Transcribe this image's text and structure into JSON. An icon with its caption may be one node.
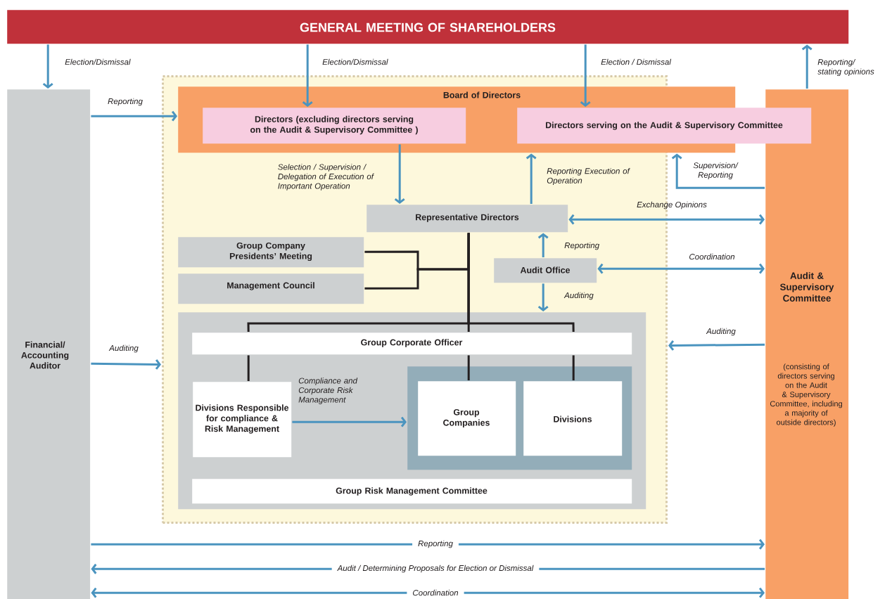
{
  "diagram": {
    "nodes": [
      {
        "text": [
          "GENERAL MEETING OF SHAREHOLDERS"
        ]
      },
      {
        "text": [
          "Financial/ Accounting Auditor"
        ]
      },
      {
        "text": [],
        "shape": "box"
      },
      {
        "text": [
          "Board of Directors"
        ]
      },
      {
        "text": [
          "Directors (excluding directors serving on the Audit & Supervisory Committee )"
        ],
        "in": 3
      },
      {
        "text": [
          "Directors serving on the Audit & Supervisory Committee"
        ]
      },
      {
        "text": [
          "Representative Directors"
        ],
        "in": 2
      },
      {
        "text": [
          "Group Company Presidents’ Meeting"
        ],
        "in": 2
      },
      {
        "text": [
          "Management Council"
        ],
        "in": 2
      },
      {
        "text": [
          "Audit Office"
        ],
        "in": 2
      },
      {
        "text": [],
        "shape": "box",
        "in": 2
      },
      {
        "text": [
          "Group Corporate Officer"
        ],
        "in": 10
      },
      {
        "text": [
          "Divisions Responsible for compliance & Risk Management"
        ],
        "in": 10
      },
      {
        "text": [],
        "shape": "box",
        "in": 10
      },
      {
        "text": [
          "Group Companies"
        ],
        "in": 13
      },
      {
        "text": [
          "Divisions"
        ],
        "in": 13
      },
      {
        "text": [
          "Group Risk Management Committee"
        ],
        "in": 10
      },
      {
        "text": [
          "Audit & Supervisory Committee",
          "(consisting of directors serving on the Audit & Supervisory Committee, including a majority of outside directors)"
        ]
      }
    ],
    "edges": [
      {
        "from": 0,
        "to": 1,
        "arrow": "to",
        "label": "Election/Dismissal"
      },
      {
        "from": 0,
        "to": 4,
        "arrow": "to",
        "label": "Election/Dismissal"
      },
      {
        "from": 0,
        "to": 5,
        "arrow": "to",
        "label": "Election / Dismissal"
      },
      {
        "from": 17,
        "to": 0,
        "arrow": "to",
        "label": "Reporting/ stating opinions"
      },
      {
        "from": 1,
        "to": 3,
        "arrow": "to",
        "label": "Reporting"
      },
      {
        "from": 4,
        "to": 6,
        "arrow": "to",
        "label": "Selection / Supervision / Delegation of Execution of Important Operation"
      },
      {
        "from": 6,
        "to": 3,
        "arrow": "to",
        "label": "Reporting Execution of Operation"
      },
      {
        "from": 17,
        "to": 3,
        "arrow": "to",
        "label": "Supervision/ Reporting"
      },
      {
        "from": 6,
        "to": 17,
        "arrow": "both",
        "label": "Exchange Opinions"
      },
      {
        "from": 9,
        "to": 17,
        "arrow": "both",
        "label": "Coordination"
      },
      {
        "from": 9,
        "to": 6,
        "arrow": "to",
        "label": "Reporting"
      },
      {
        "from": 9,
        "to": 10,
        "arrow": "to",
        "label": "Auditing"
      },
      {
        "from": 17,
        "to": 2,
        "arrow": "to",
        "label": "Auditing"
      },
      {
        "from": 1,
        "to": 2,
        "arrow": "to",
        "label": "Auditing"
      },
      {
        "from": 12,
        "to": 13,
        "arrow": "to",
        "label": "Compliance and Corporate Risk Management"
      },
      {
        "from": 1,
        "to": 17,
        "arrow": "to",
        "label": "Reporting"
      },
      {
        "from": 17,
        "to": 1,
        "arrow": "to",
        "label": "Audit / Determining Proposals for Election or Dismissal"
      },
      {
        "from": 1,
        "to": 17,
        "arrow": "both",
        "label": "Coordination"
      },
      {
        "from": 7,
        "to": 6,
        "arrow": "none",
        "color": "#231f20"
      },
      {
        "from": 8,
        "to": 6,
        "arrow": "none",
        "color": "#231f20"
      },
      {
        "from": 6,
        "to": 11,
        "arrow": "none",
        "color": "#231f20"
      },
      {
        "from": 6,
        "to": 11,
        "arrow": "none",
        "color": "#231f20"
      },
      {
        "from": 6,
        "to": 11,
        "arrow": "none",
        "color": "#231f20"
      },
      {
        "from": 11,
        "to": 12,
        "arrow": "none",
        "color": "#231f20"
      },
      {
        "from": 11,
        "to": 14,
        "arrow": "none",
        "color": "#231f20"
      },
      {
        "from": 11,
        "to": 15,
        "arrow": "none",
        "color": "#231f20"
      }
    ]
  }
}
